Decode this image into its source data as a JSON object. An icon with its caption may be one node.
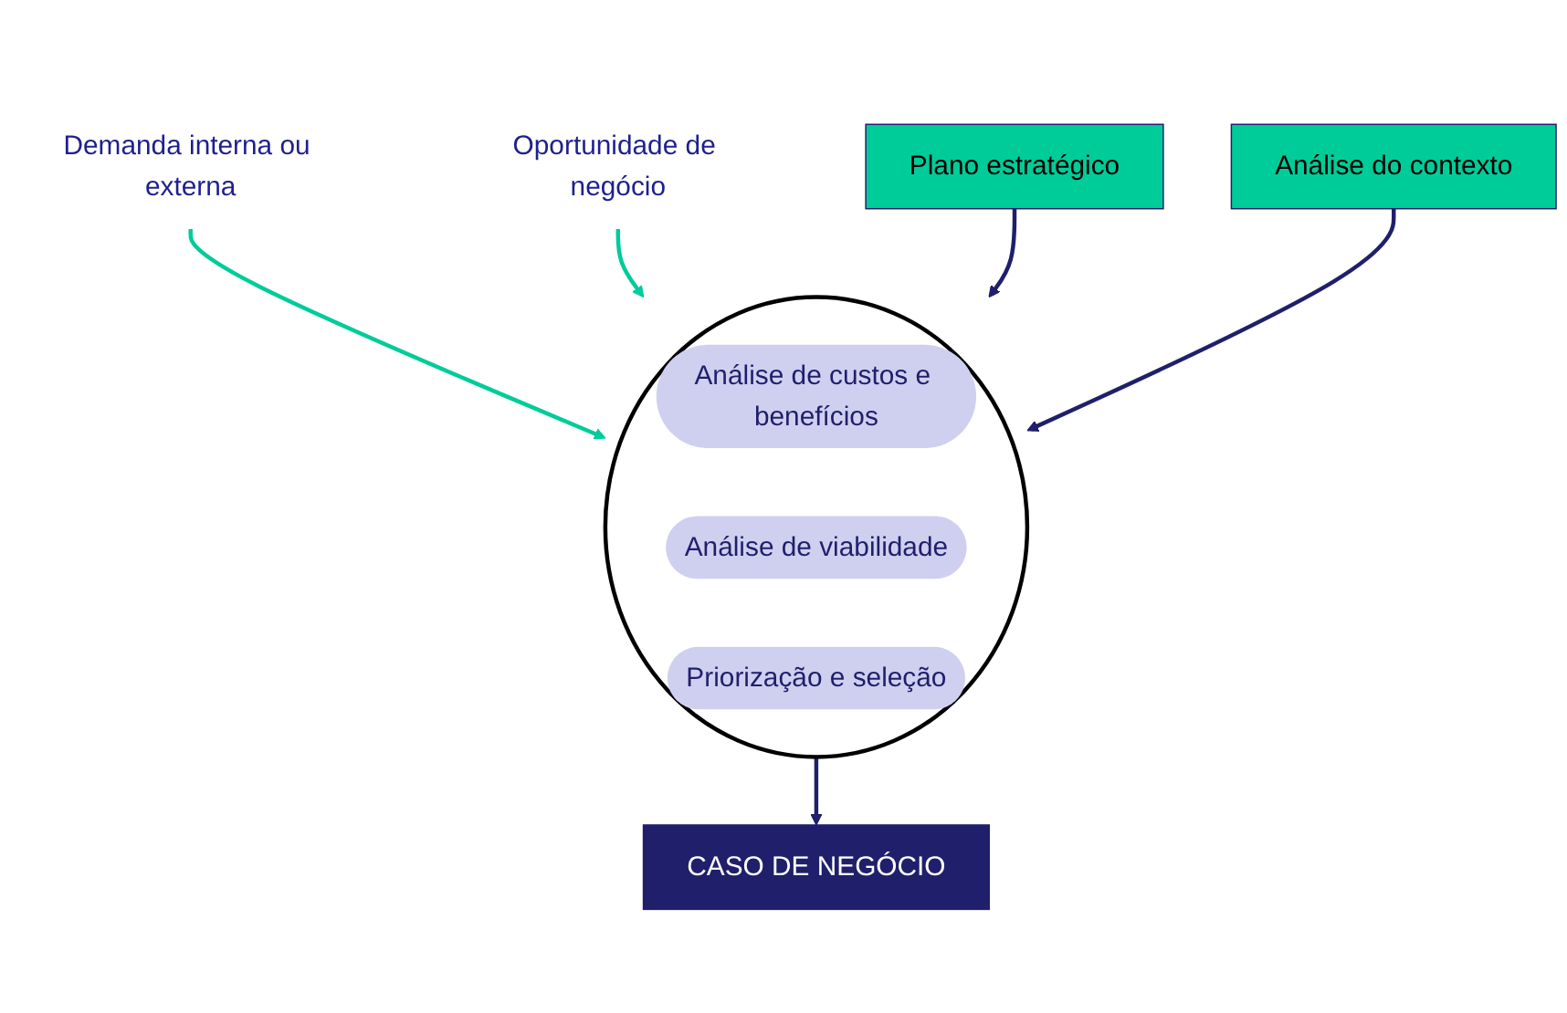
{
  "diagram": {
    "nodes": [
      {
        "text": [
          "Demanda interna ou externa"
        ]
      },
      {
        "text": [
          "Oportunidade de negócio"
        ]
      },
      {
        "text": [
          "Plano estratégico"
        ]
      },
      {
        "text": [],
        "shape": "ellipse"
      },
      {
        "text": [
          "Análise de custos e benefícios"
        ],
        "in": 3
      },
      {
        "text": [
          "Análise de viabilidade"
        ],
        "in": 3
      },
      {
        "text": [
          "Priorização e seleção"
        ],
        "in": 3
      },
      {
        "text": [
          "Análise do contexto"
        ]
      },
      {
        "text": [
          "CASO DE NEGÓCIO"
        ]
      }
    ],
    "edges": [
      {
        "from": 0,
        "to": 3,
        "arrow": "to",
        "color": "#00cc99"
      },
      {
        "from": 1,
        "to": 3,
        "arrow": "to",
        "color": "#00cc99"
      },
      {
        "from": 2,
        "to": 3,
        "arrow": "to"
      },
      {
        "from": 7,
        "to": 3,
        "arrow": "to"
      },
      {
        "from": 3,
        "to": 8,
        "arrow": "to"
      }
    ]
  }
}
